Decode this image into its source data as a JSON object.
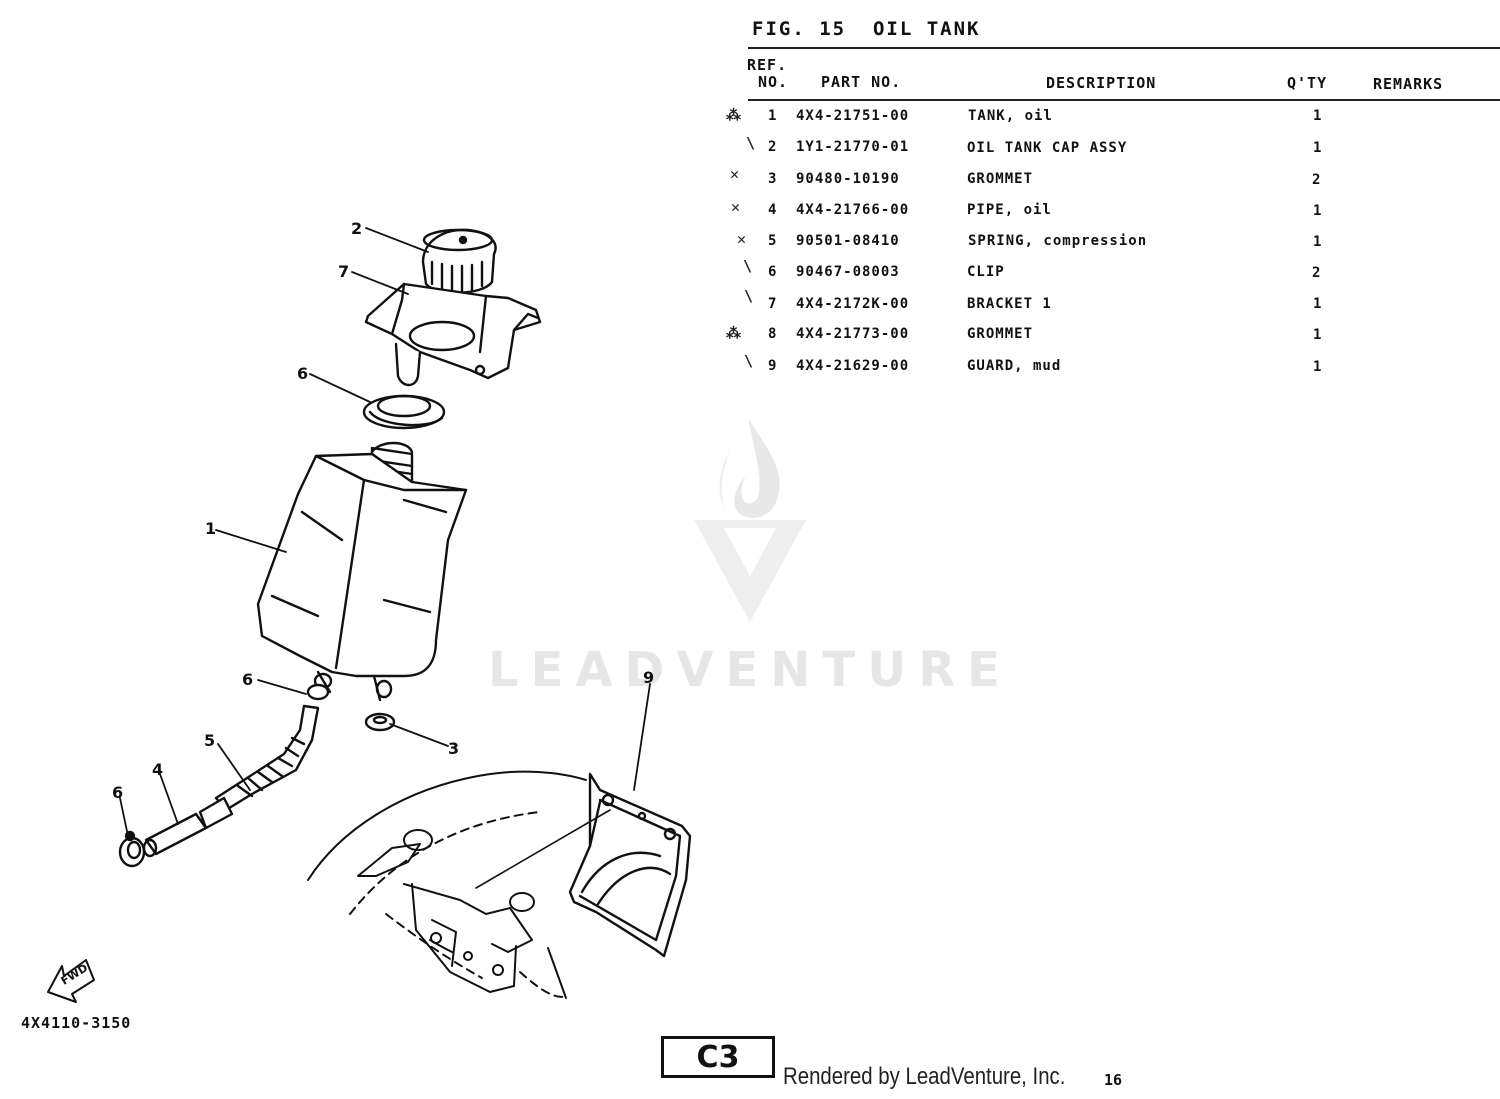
{
  "figure": {
    "title": "FIG. 15  OIL TANK"
  },
  "table": {
    "headers": {
      "ref_line1": "REF.",
      "ref_line2": "NO.",
      "part_no": "PART NO.",
      "description": "DESCRIPTION",
      "qty": "Q'TY",
      "remarks": "REMARKS"
    },
    "rows": [
      {
        "mark": "⁂",
        "ref": "1",
        "part_no": "4X4-21751-00",
        "description": "TANK, oil",
        "qty": "1",
        "remarks": ""
      },
      {
        "mark": "\\",
        "ref": "2",
        "part_no": "1Y1-21770-01",
        "description": "OIL TANK CAP ASSY",
        "qty": "1",
        "remarks": ""
      },
      {
        "mark": "✕",
        "ref": "3",
        "part_no": "90480-10190",
        "description": "GROMMET",
        "qty": "2",
        "remarks": ""
      },
      {
        "mark": "✕",
        "ref": "4",
        "part_no": "4X4-21766-00",
        "description": "PIPE, oil",
        "qty": "1",
        "remarks": ""
      },
      {
        "mark": "✕",
        "ref": "5",
        "part_no": "90501-08410",
        "description": "SPRING, compression",
        "qty": "1",
        "remarks": ""
      },
      {
        "mark": "\\",
        "ref": "6",
        "part_no": "90467-08003",
        "description": "CLIP",
        "qty": "2",
        "remarks": ""
      },
      {
        "mark": "\\",
        "ref": "7",
        "part_no": "4X4-2172K-00",
        "description": "BRACKET 1",
        "qty": "1",
        "remarks": ""
      },
      {
        "mark": "⁂",
        "ref": "8",
        "part_no": "4X4-21773-00",
        "description": "GROMMET",
        "qty": "1",
        "remarks": ""
      },
      {
        "mark": "\\",
        "ref": "9",
        "part_no": "4X4-21629-00",
        "description": "GUARD, mud",
        "qty": "1",
        "remarks": ""
      }
    ]
  },
  "diagram": {
    "callouts": [
      "1",
      "2",
      "3",
      "4",
      "5",
      "6",
      "6",
      "6",
      "7",
      "9"
    ],
    "fwd_label": "FWD",
    "drawing_code": "4X4110-3150"
  },
  "watermark": {
    "text": "LEADVENTURE",
    "icon": "flame-v-logo-icon"
  },
  "footer": {
    "page_code": "C3",
    "rendered_by": "Rendered by LeadVenture, Inc.",
    "page_number": "16"
  }
}
